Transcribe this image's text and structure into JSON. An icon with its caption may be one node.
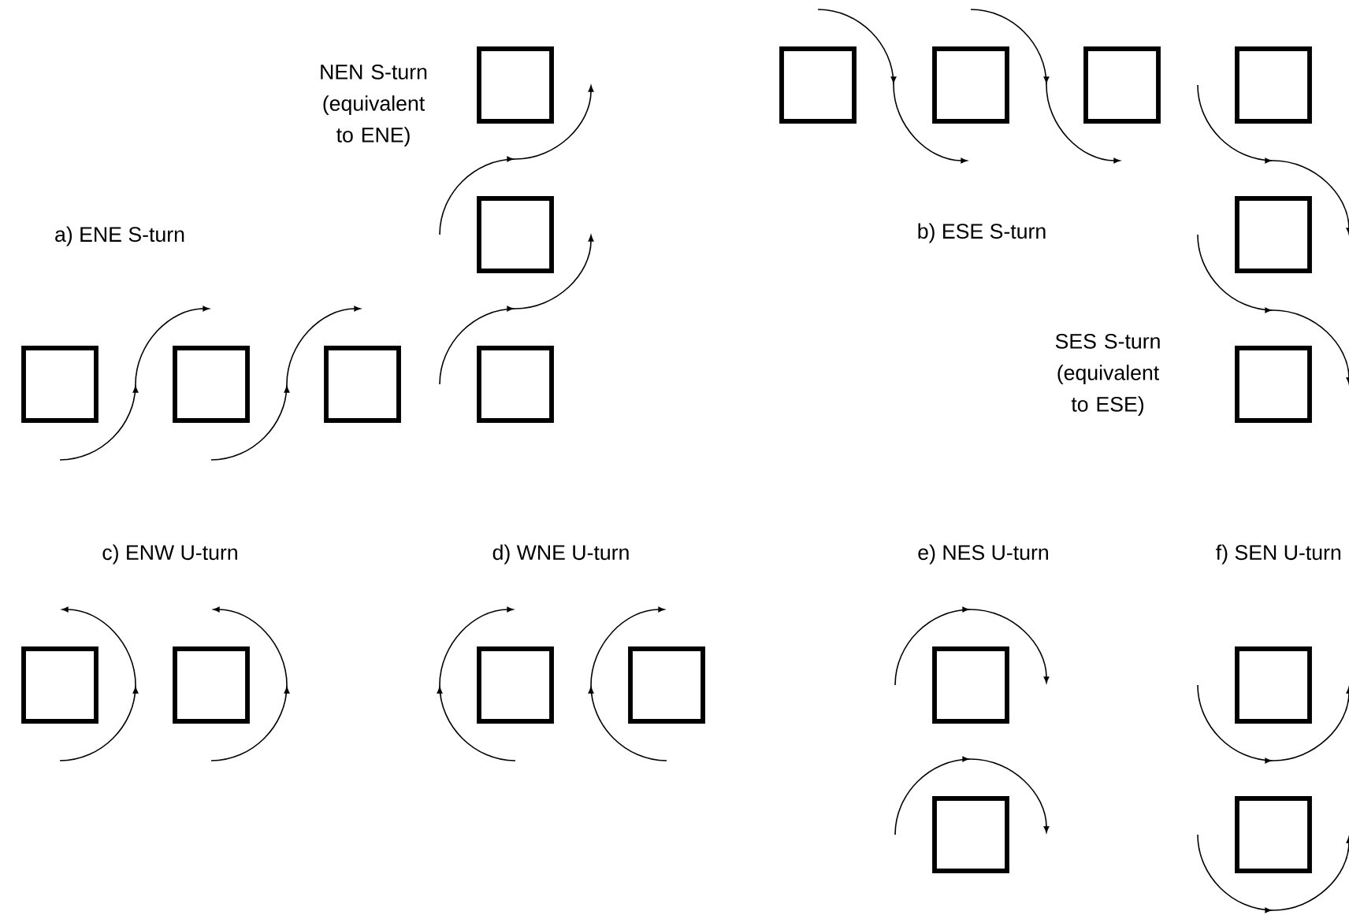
{
  "diagram": {
    "nodes": [
      {
        "text": [],
        "shape": "box"
      },
      {
        "text": [],
        "shape": "box"
      },
      {
        "text": [],
        "shape": "box"
      },
      {
        "text": [],
        "shape": "box"
      },
      {
        "text": [],
        "shape": "box"
      },
      {
        "text": [],
        "shape": "box"
      },
      {
        "text": [],
        "shape": "box"
      },
      {
        "text": [],
        "shape": "box"
      },
      {
        "text": [],
        "shape": "box"
      },
      {
        "text": [],
        "shape": "box"
      },
      {
        "text": [],
        "shape": "box"
      },
      {
        "text": [],
        "shape": "box"
      },
      {
        "text": [],
        "shape": "box"
      },
      {
        "text": [],
        "shape": "box"
      },
      {
        "text": [],
        "shape": "box"
      },
      {
        "text": [],
        "shape": "box"
      },
      {
        "text": [],
        "shape": "box"
      },
      {
        "text": [],
        "shape": "box"
      },
      {
        "text": [],
        "shape": "box"
      },
      {
        "text": [],
        "shape": "box"
      }
    ],
    "labels": [
      "NEN S-turn (equivalent to ENE)",
      "a) ENE S-turn",
      "b) ESE S-turn",
      "SES S-turn (equivalent to ESE)",
      "c) ENW U-turn",
      "d) WNE U-turn",
      "e) NES U-turn",
      "f) SEN U-turn"
    ]
  }
}
